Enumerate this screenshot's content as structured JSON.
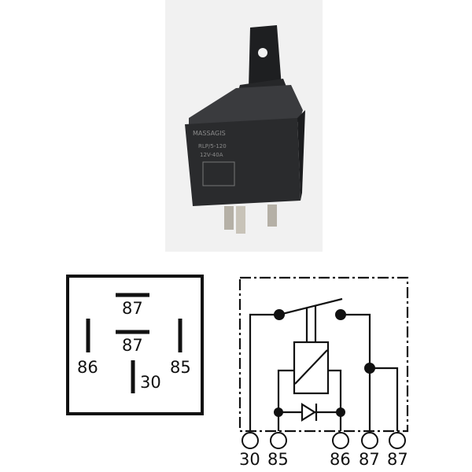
{
  "photo": {
    "brand_logo": "MASSAGIS",
    "model": "RLP/5-120",
    "rating": "12V-40A"
  },
  "pinout": {
    "pins": [
      "87",
      "87",
      "86",
      "85",
      "30"
    ]
  },
  "schematic": {
    "terminals": [
      "30",
      "85",
      "86",
      "87",
      "87"
    ]
  },
  "colors": {
    "line": "#111111",
    "relay_body": "#2a2b2d"
  }
}
